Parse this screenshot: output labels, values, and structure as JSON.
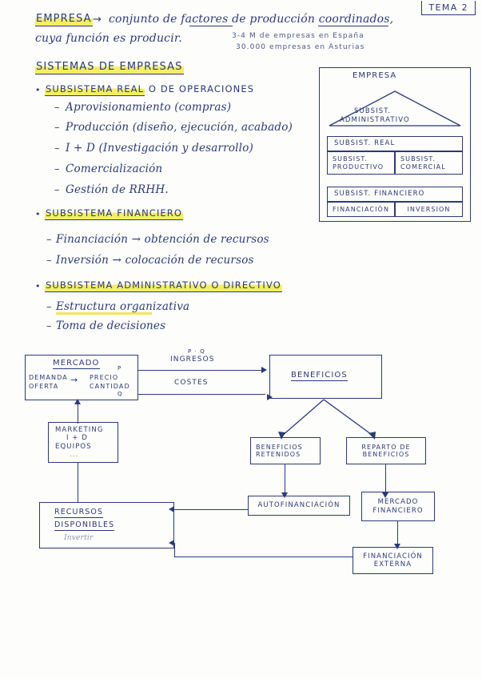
{
  "page": {
    "tema_tag": "TEMA 2"
  },
  "intro": {
    "term": "EMPRESA",
    "arrow": "→",
    "definition_line1": "conjunto de factores de producción coordinados,",
    "definition_line2": "cuya función es producir.",
    "underlined_words": [
      "factores",
      "coordinados"
    ],
    "stats": [
      "3-4 M de empresas en España",
      "30.000 empresas en Asturias"
    ]
  },
  "section": {
    "heading": "SISTEMAS DE EMPRESAS"
  },
  "subsystems": [
    {
      "title": "SUBSISTEMA REAL O DE OPERACIONES",
      "highlight": "SUBSISTEMA REAL",
      "rest": " O DE OPERACIONES",
      "items": [
        "Aprovisionamiento (compras)",
        "Producción (diseño, ejecución, acabado)",
        "I + D (Investigación y desarrollo)",
        "Comercialización",
        "Gestión de RRHH."
      ]
    },
    {
      "title": "SUBSISTEMA FINANCIERO",
      "highlight": "SUBSISTEMA FINANCIERO",
      "rest": "",
      "items": [
        "Financiación → obtención de recursos",
        "Inversión → colocación de recursos"
      ]
    },
    {
      "title": "SUBSISTEMA ADMINISTRATIVO O DIRECTIVO",
      "highlight": "SUBSISTEMA ADMINISTRATIVO O DIRECTIVO",
      "rest": "",
      "items": [
        "Estructura organizativa",
        "Toma de decisiones"
      ]
    }
  ],
  "empresa_diagram": {
    "title": "EMPRESA",
    "triangle_line1": "SUBSIST.",
    "triangle_line2": "ADMINISTRATIVO",
    "real_label": "SUBSIST. REAL",
    "real_left": "SUBSIST.\nPRODUCTIVO",
    "real_left_l1": "SUBSIST.",
    "real_left_l2": "PRODUCTIVO",
    "real_right_l1": "SUBSIST.",
    "real_right_l2": "COMERCIAL",
    "fin_label": "SUBSIST. FINANCIERO",
    "fin_left": "FINANCIACIÓN",
    "fin_right": "INVERSION"
  },
  "flowchart": {
    "mercado": {
      "title": "MERCADO",
      "left_l1": "DEMANDA",
      "left_l2": "OFERTA",
      "arrow": "→",
      "right_l1": "PRECIO",
      "right_l2": "CANTIDAD",
      "p_label": "P",
      "q_label": "Q"
    },
    "edge_ingresos_top": "P · Q",
    "edge_ingresos": "INGRESOS",
    "edge_costes": "COSTES",
    "beneficios": "BENEFICIOS",
    "beneficios_retenidos_l1": "BENEFICIOS",
    "beneficios_retenidos_l2": "RETENIDOS",
    "reparto_l1": "REPARTO DE",
    "reparto_l2": "BENEFICIOS",
    "marketing_l1": "MARKETING",
    "marketing_l2": "I + D",
    "marketing_l3": "EQUIPOS",
    "marketing_l4": "...",
    "recursos_l1": "RECURSOS",
    "recursos_l2": "DISPONIBLES",
    "recursos_sub": "Invertir",
    "autofinanciacion": "AUTOFINANCIACIÓN",
    "mercado_fin_l1": "MERCADO",
    "mercado_fin_l2": "FINANCIERO",
    "financiacion_ext_l1": "FINANCIACIÓN",
    "financiacion_ext_l2": "EXTERNA"
  },
  "colors": {
    "ink": "#2b3a7a",
    "highlighter": "#f5ee63",
    "paper": "#fdfdfb"
  }
}
